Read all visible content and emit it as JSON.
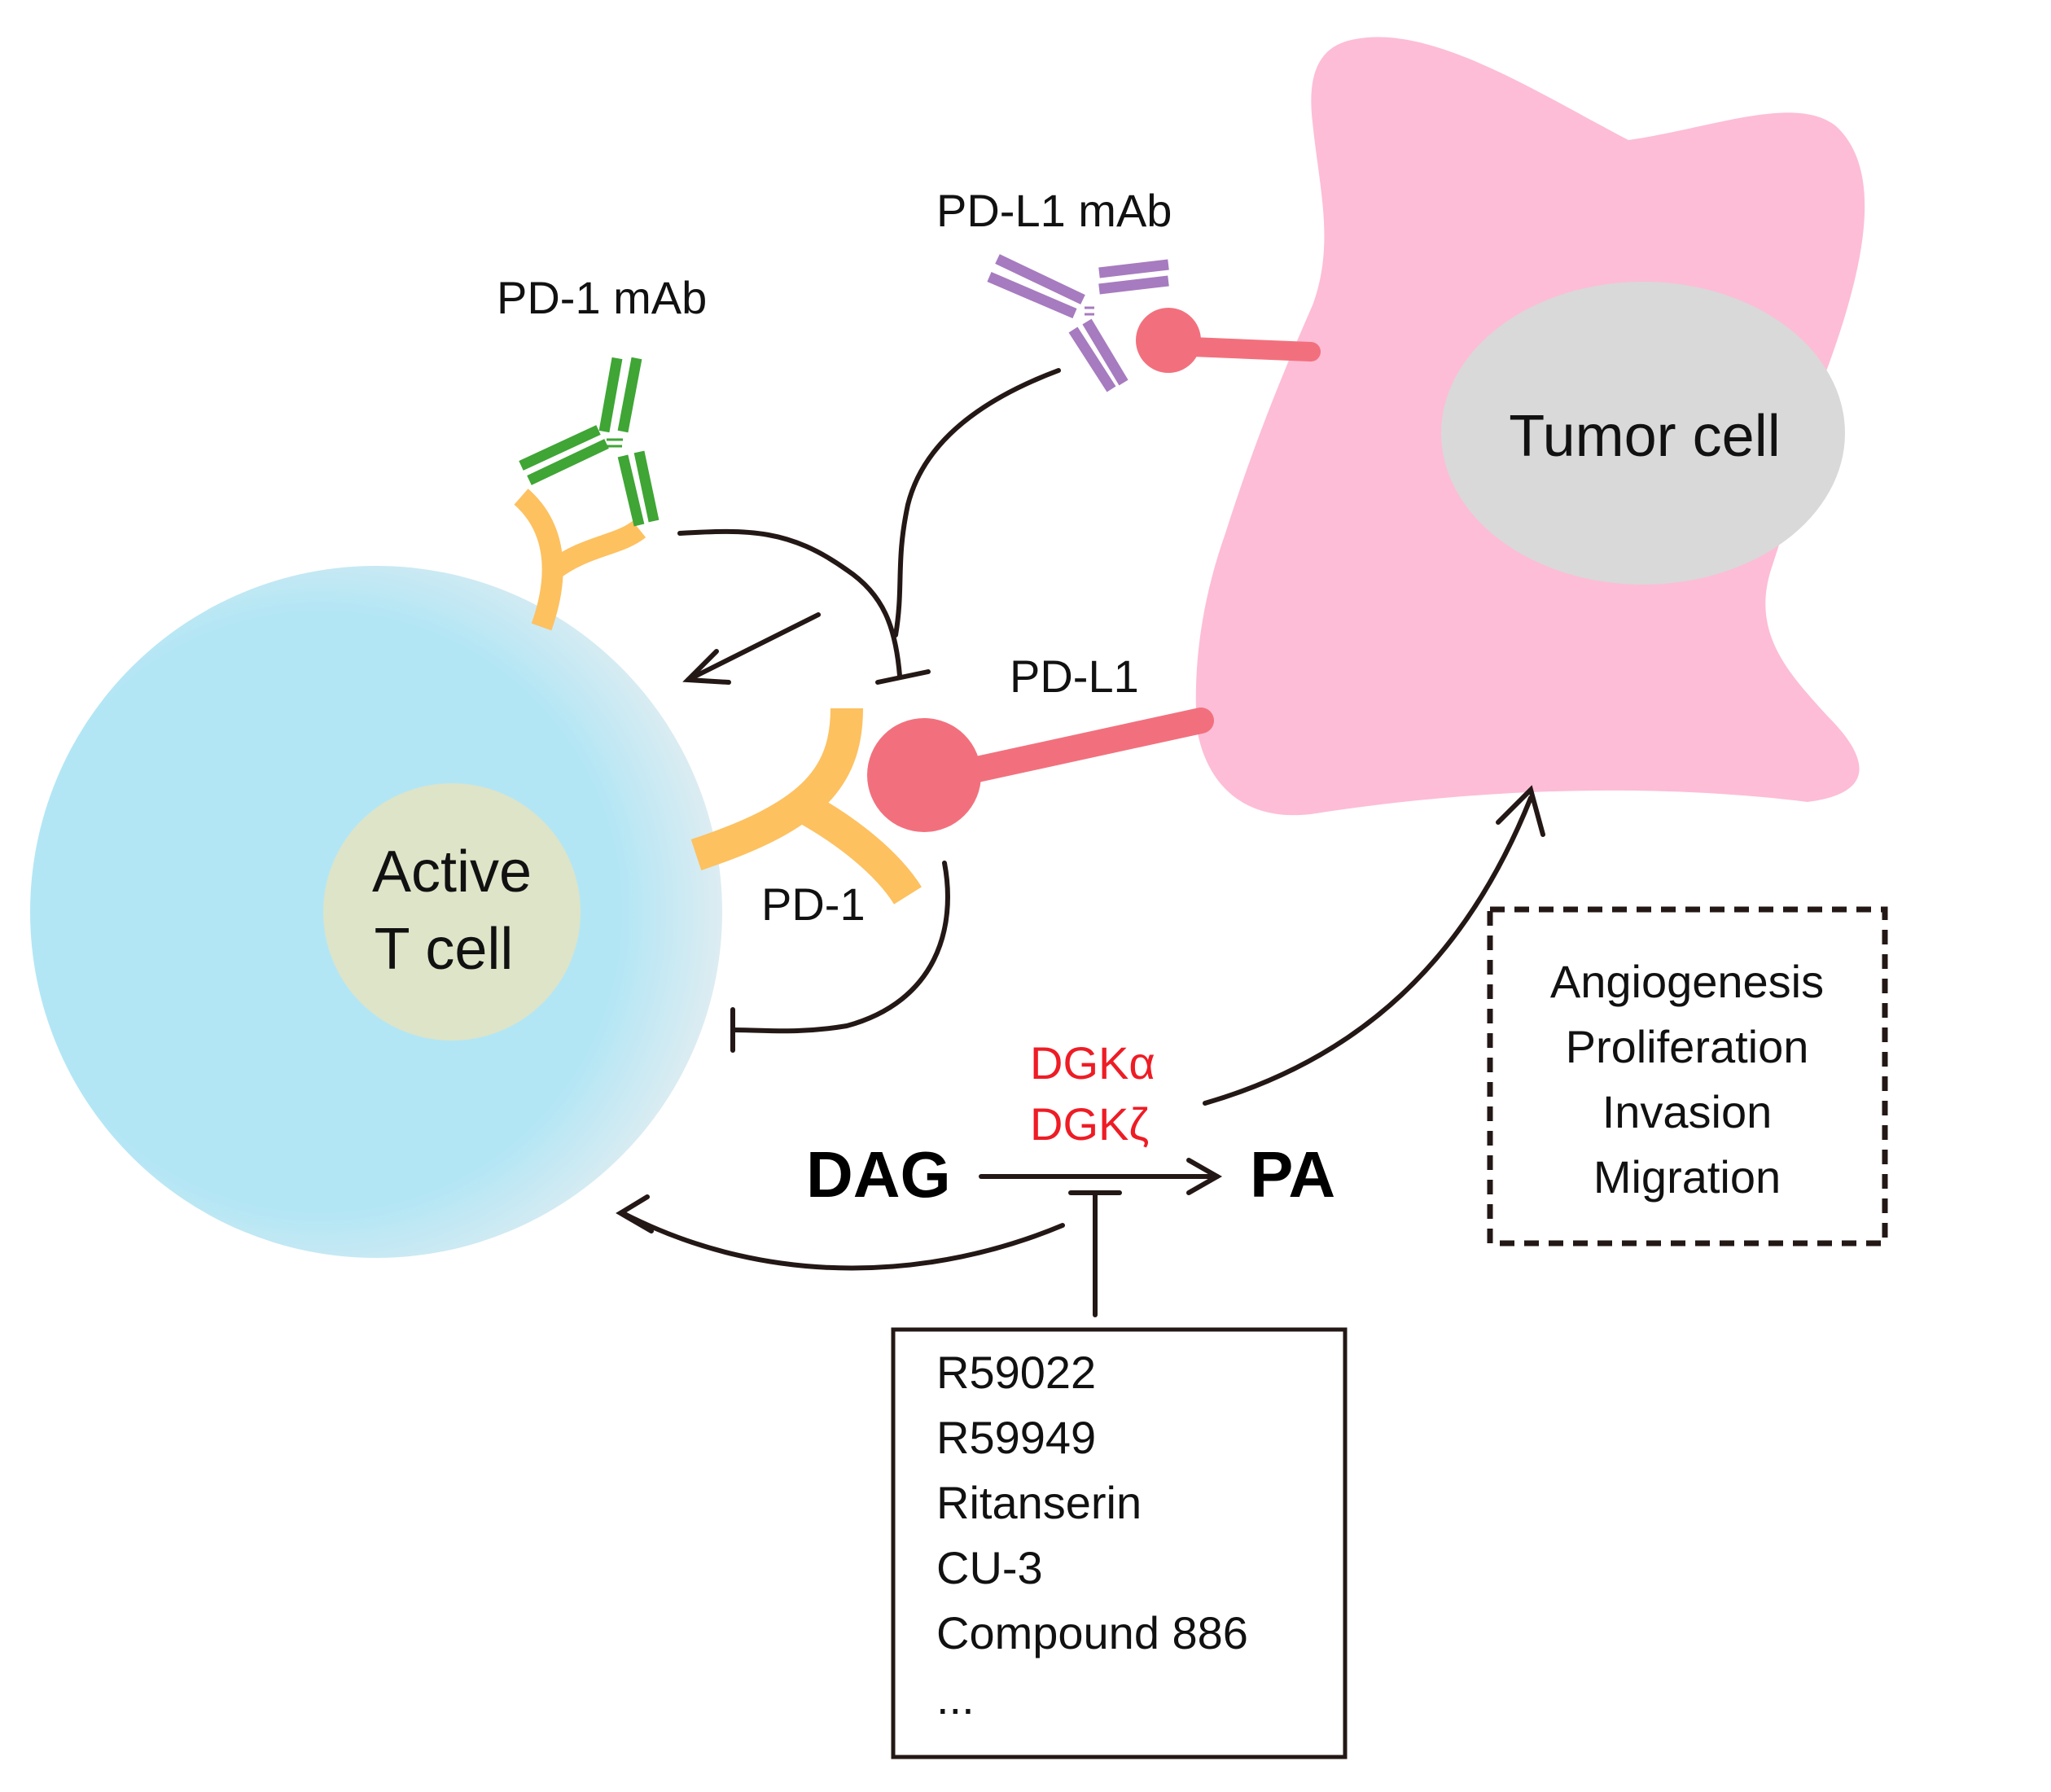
{
  "colors": {
    "t_cell": "#b3e6f5",
    "t_nucleus": "#dde4c8",
    "tumor": "#fdbdd6",
    "tumor_nucleus": "#d9d9d9",
    "pd1": "#fdc160",
    "pdl1": "#f2707d",
    "pd1_mab": "#3fa535",
    "pdl1_mab": "#a77bbf",
    "dgk": "#ee1c25",
    "line": "#231815"
  },
  "labels": {
    "pd1_mab": "PD-1 mAb",
    "pdl1_mab": "PD-L1 mAb",
    "tumor_cell": "Tumor cell",
    "pdl1": "PD-L1",
    "pd1": "PD-1",
    "t_cell_line1": "Active",
    "t_cell_line2": "T cell",
    "dgk_alpha": "DGKα",
    "dgk_zeta": "DGKζ",
    "dag": "DAG",
    "pa": "PA"
  },
  "outcomes": [
    "Angiogenesis",
    "Proliferation",
    "Invasion",
    "Migration"
  ],
  "inhibitors": [
    "R59022",
    "R59949",
    "Ritanserin",
    "CU-3",
    "Compound 886",
    "..."
  ]
}
